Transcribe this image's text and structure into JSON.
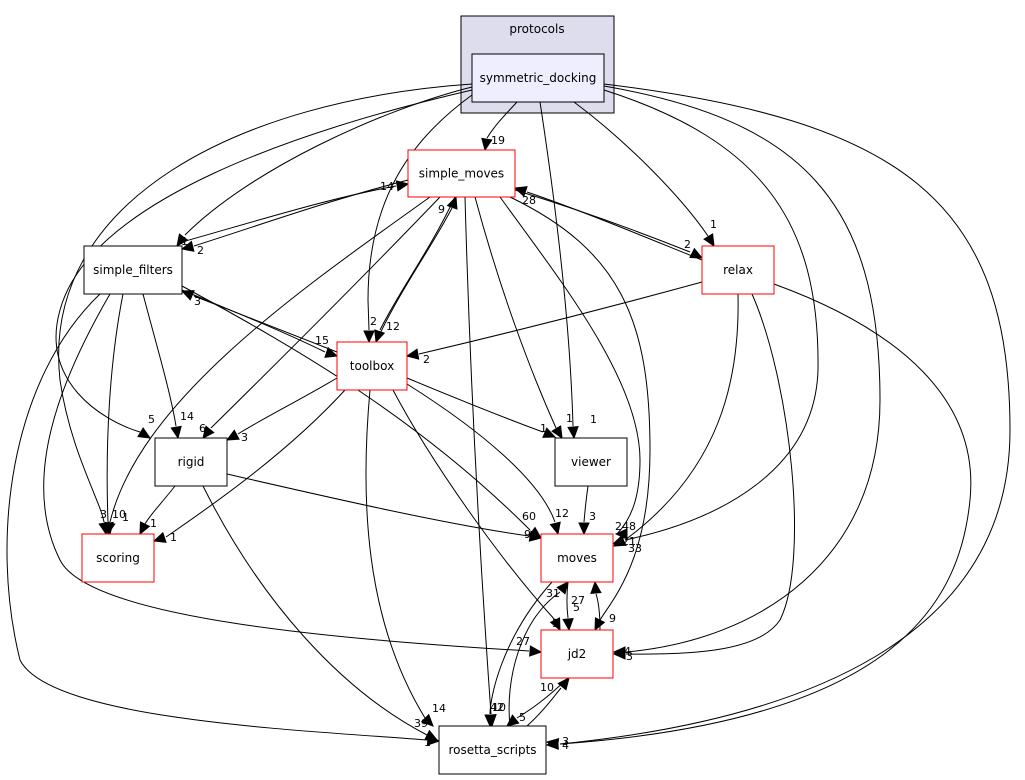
{
  "title": "symmetric_docking dependency graph",
  "cluster": {
    "label": "protocols"
  },
  "nodes": {
    "symmetric_docking": {
      "label": "symmetric_docking",
      "style": "focus"
    },
    "simple_moves": {
      "label": "simple_moves",
      "style": "red"
    },
    "simple_filters": {
      "label": "simple_filters",
      "style": "black"
    },
    "relax": {
      "label": "relax",
      "style": "red"
    },
    "toolbox": {
      "label": "toolbox",
      "style": "red"
    },
    "rigid": {
      "label": "rigid",
      "style": "black"
    },
    "viewer": {
      "label": "viewer",
      "style": "black"
    },
    "scoring": {
      "label": "scoring",
      "style": "red"
    },
    "moves": {
      "label": "moves",
      "style": "red"
    },
    "jd2": {
      "label": "jd2",
      "style": "red"
    },
    "rosetta_scripts": {
      "label": "rosetta_scripts",
      "style": "black"
    }
  },
  "edges": [
    {
      "from": "symmetric_docking",
      "to": "simple_moves",
      "count": "19"
    },
    {
      "from": "symmetric_docking",
      "to": "simple_filters",
      "count": "1"
    },
    {
      "from": "symmetric_docking",
      "to": "relax",
      "count": "1"
    },
    {
      "from": "symmetric_docking",
      "to": "toolbox",
      "count": "2"
    },
    {
      "from": "symmetric_docking",
      "to": "rigid",
      "count": "5"
    },
    {
      "from": "symmetric_docking",
      "to": "viewer",
      "count": "1"
    },
    {
      "from": "symmetric_docking",
      "to": "scoring",
      "count": "3"
    },
    {
      "from": "symmetric_docking",
      "to": "moves",
      "count": "21"
    },
    {
      "from": "symmetric_docking",
      "to": "jd2",
      "count": "4"
    },
    {
      "from": "symmetric_docking",
      "to": "rosetta_scripts",
      "count": "4"
    },
    {
      "from": "simple_moves",
      "to": "simple_filters",
      "count": "2"
    },
    {
      "from": "simple_moves",
      "to": "relax",
      "count": "2"
    },
    {
      "from": "simple_moves",
      "to": "toolbox",
      "count": "12"
    },
    {
      "from": "simple_moves",
      "to": "rigid",
      "count": "6"
    },
    {
      "from": "simple_moves",
      "to": "viewer",
      "count": "1"
    },
    {
      "from": "simple_moves",
      "to": "scoring",
      "count": "10"
    },
    {
      "from": "simple_moves",
      "to": "moves",
      "count": "248"
    },
    {
      "from": "simple_moves",
      "to": "jd2",
      "count": "9"
    },
    {
      "from": "simple_moves",
      "to": "rosetta_scripts",
      "count": "42"
    },
    {
      "from": "simple_filters",
      "to": "simple_moves",
      "count": "14"
    },
    {
      "from": "simple_filters",
      "to": "toolbox",
      "count": "15"
    },
    {
      "from": "simple_filters",
      "to": "rigid",
      "count": "14"
    },
    {
      "from": "simple_filters",
      "to": "scoring",
      "count": "1"
    },
    {
      "from": "simple_filters",
      "to": "moves",
      "count": "60"
    },
    {
      "from": "simple_filters",
      "to": "jd2",
      "count": "27"
    },
    {
      "from": "simple_filters",
      "to": "rosetta_scripts",
      "count": "39"
    },
    {
      "from": "relax",
      "to": "simple_moves",
      "count": "28"
    },
    {
      "from": "relax",
      "to": "toolbox",
      "count": "2"
    },
    {
      "from": "relax",
      "to": "moves",
      "count": "33"
    },
    {
      "from": "relax",
      "to": "jd2",
      "count": "3"
    },
    {
      "from": "relax",
      "to": "rosetta_scripts",
      "count": "3"
    },
    {
      "from": "toolbox",
      "to": "simple_moves",
      "count": "9"
    },
    {
      "from": "toolbox",
      "to": "simple_filters",
      "count": "3"
    },
    {
      "from": "toolbox",
      "to": "rigid",
      "count": "3"
    },
    {
      "from": "toolbox",
      "to": "viewer",
      "count": "1"
    },
    {
      "from": "toolbox",
      "to": "scoring",
      "count": "1"
    },
    {
      "from": "toolbox",
      "to": "moves",
      "count": "12"
    },
    {
      "from": "toolbox",
      "to": "jd2",
      "count": "5"
    },
    {
      "from": "toolbox",
      "to": "rosetta_scripts",
      "count": "14"
    },
    {
      "from": "rigid",
      "to": "scoring",
      "count": "1"
    },
    {
      "from": "rigid",
      "to": "moves",
      "count": "9"
    },
    {
      "from": "rigid",
      "to": "rosetta_scripts",
      "count": "1"
    },
    {
      "from": "viewer",
      "to": "moves",
      "count": "3"
    },
    {
      "from": "moves",
      "to": "jd2",
      "count": "5"
    },
    {
      "from": "moves",
      "to": "rosetta_scripts",
      "count": "10"
    },
    {
      "from": "jd2",
      "to": "moves",
      "count": "27"
    },
    {
      "from": "jd2",
      "to": "rosetta_scripts",
      "count": "5"
    },
    {
      "from": "rosetta_scripts",
      "to": "moves",
      "count": "31"
    },
    {
      "from": "rosetta_scripts",
      "to": "jd2",
      "count": "10"
    }
  ]
}
